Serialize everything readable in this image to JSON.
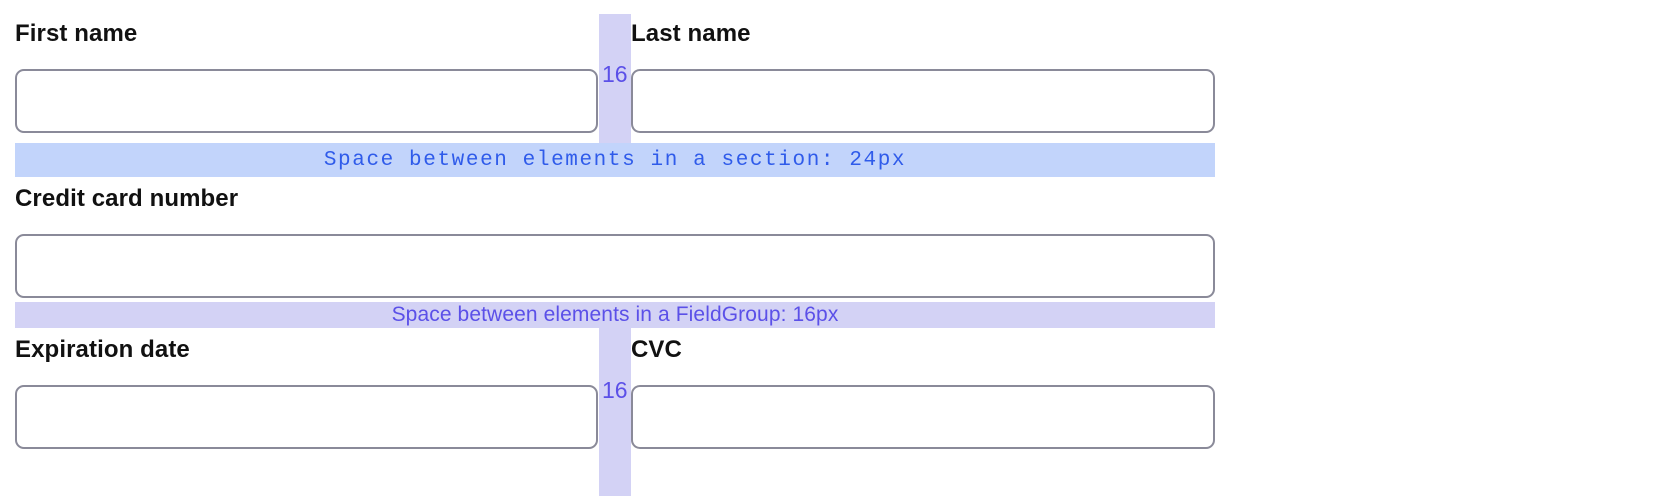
{
  "form": {
    "fields": [
      {
        "id": "first-name",
        "label": "First name",
        "value": "",
        "placeholder": ""
      },
      {
        "id": "last-name",
        "label": "Last name",
        "value": "",
        "placeholder": ""
      },
      {
        "id": "credit-card-number",
        "label": "Credit card number",
        "value": "",
        "placeholder": ""
      },
      {
        "id": "expiration-date",
        "label": "Expiration date",
        "value": "",
        "placeholder": ""
      },
      {
        "id": "cvc",
        "label": "CVC",
        "value": "",
        "placeholder": ""
      }
    ]
  },
  "annotations": {
    "section_spacing": {
      "text": "Space between elements in a section: 24px",
      "value": "24px",
      "bar_color": "#c2d4fb",
      "text_color": "#2f5bea"
    },
    "fieldgroup_spacing": {
      "text": "Space between elements in a FieldGroup: 16px",
      "value": "16px",
      "bar_color": "#d3d2f5",
      "text_color": "#5b50e8"
    },
    "column_gaps": [
      {
        "id": "name-row-gap",
        "value": "16"
      },
      {
        "id": "card-row-gap",
        "value": "16"
      }
    ]
  },
  "theme": {
    "background": "#ffffff",
    "label_color": "#111111",
    "input_border": "#8a8a99",
    "accent_blue": "#2f5bea",
    "accent_purple": "#5b50e8"
  }
}
